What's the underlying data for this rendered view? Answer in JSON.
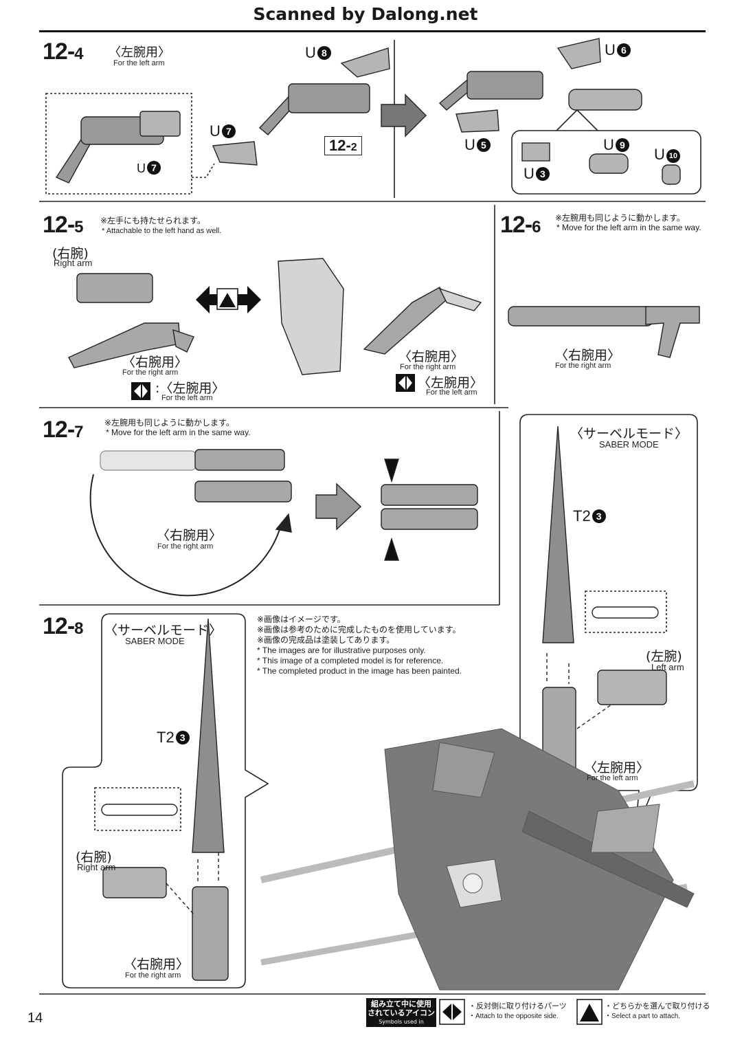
{
  "header": {
    "title": "Scanned by Dalong.net"
  },
  "page_number": "14",
  "steps": {
    "s12_4": {
      "num": "12-",
      "sub": "4",
      "label_jp": "〈左腕用〉",
      "label_en": "For the left arm",
      "parts": [
        "U",
        "U",
        "U",
        "U",
        "U",
        "U",
        "U",
        "U"
      ],
      "part_numbers": [
        "8",
        "7",
        "7",
        "6",
        "5",
        "9",
        "10",
        "3"
      ],
      "ref_box_num": "12-",
      "ref_box_sub": "2"
    },
    "s12_5": {
      "num": "12-",
      "sub": "5",
      "note_jp": "※左手にも持たせられます。",
      "note_en": "* Attachable to the left hand as well.",
      "right_arm_jp": "(右腕)",
      "right_arm_en": "Right arm",
      "for_right_jp": "〈右腕用〉",
      "for_right_en": "For the right arm",
      "for_left_jp": "〈左腕用〉",
      "for_left_en": "For the left arm",
      "for_right_jp_2": "〈右腕用〉",
      "for_right_en_2": "For the right arm",
      "for_left_jp_2": "〈左腕用〉",
      "for_left_en_2": "For the left arm",
      "colon": ":"
    },
    "s12_6": {
      "num": "12-",
      "sub": "6",
      "note_jp": "※左腕用も同じように動かします。",
      "note_en": "* Move for the left arm in the same way.",
      "for_right_jp": "〈右腕用〉",
      "for_right_en": "For the right arm"
    },
    "s12_7": {
      "num": "12-",
      "sub": "7",
      "note_jp": "※左腕用も同じように動かします。",
      "note_en": "* Move for the left arm in the same way.",
      "for_right_jp": "〈右腕用〉",
      "for_right_en": "For the right arm"
    },
    "saber_right": {
      "mode_jp": "〈サーベルモード〉",
      "mode_en": "SABER MODE",
      "part": "T2",
      "part_number": "3",
      "left_arm_jp": "(左腕)",
      "left_arm_en": "Left arm",
      "for_left_jp": "〈左腕用〉",
      "for_left_en": "For the left arm"
    },
    "s12_8": {
      "num": "12-",
      "sub": "8",
      "mode_jp": "〈サーベルモード〉",
      "mode_en": "SABER MODE",
      "part": "T2",
      "part_number": "3",
      "right_arm_jp": "(右腕)",
      "right_arm_en": "Right arm",
      "for_right_jp": "〈右腕用〉",
      "for_right_en": "For the right arm",
      "notes_jp": [
        "※画像はイメージです。",
        "※画像は参考のために完成したものを使用しています。",
        "※画像の完成品は塗装してあります。"
      ],
      "notes_en": [
        "* The images are for illustrative purposes only.",
        "* This image of a completed model is for reference.",
        "* The completed product in the image has been painted."
      ]
    }
  },
  "legend": {
    "title_jp_1": "組み立て中に使用",
    "title_jp_2": "されているアイコン",
    "title_en": "Symbols used in instructions",
    "opposite_jp": "・反対側に取り付けるパーツ",
    "opposite_en": "・Attach to the opposite side.",
    "select_jp": "・どちらかを選んで取り付ける",
    "select_en": "・Select a part to attach."
  }
}
